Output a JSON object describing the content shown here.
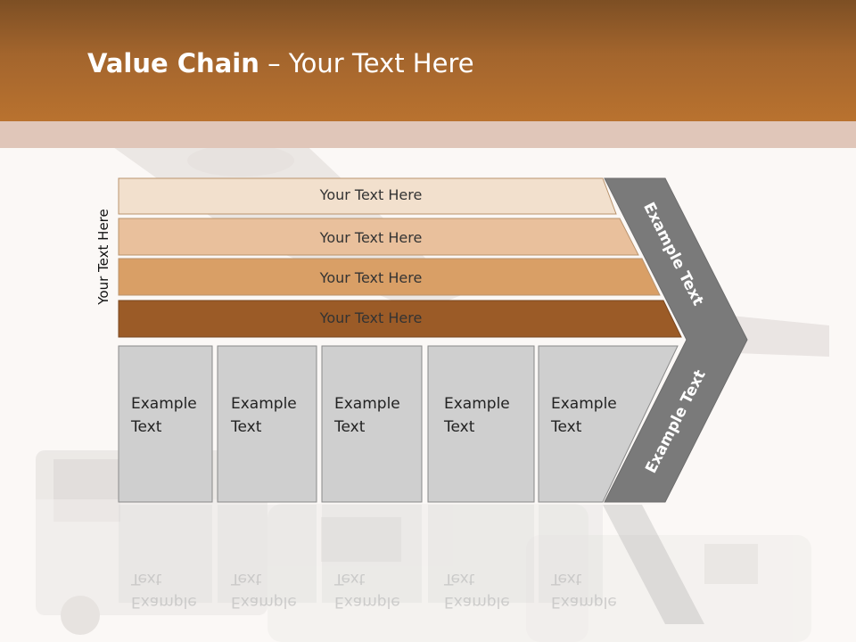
{
  "header": {
    "title_bold": "Value Chain",
    "title_rest": " – Your Text Here"
  },
  "side_label": "Your Text Here",
  "bars": [
    {
      "label": "Your Text Here",
      "color": "#f2e0cd"
    },
    {
      "label": "Your Text Here",
      "color": "#e9c09c"
    },
    {
      "label": "Your Text Here",
      "color": "#d99f66"
    },
    {
      "label": "Your Text Here",
      "color": "#9b5b27"
    }
  ],
  "columns": [
    {
      "line1": "Example",
      "line2": "Text"
    },
    {
      "line1": "Example",
      "line2": "Text"
    },
    {
      "line1": "Example",
      "line2": "Text"
    },
    {
      "line1": "Example",
      "line2": "Text"
    },
    {
      "line1": "Example",
      "line2": "Text"
    }
  ],
  "arrow": {
    "upper_label": "Example Text",
    "lower_label": "Example Text",
    "color": "#7a7a7a"
  }
}
